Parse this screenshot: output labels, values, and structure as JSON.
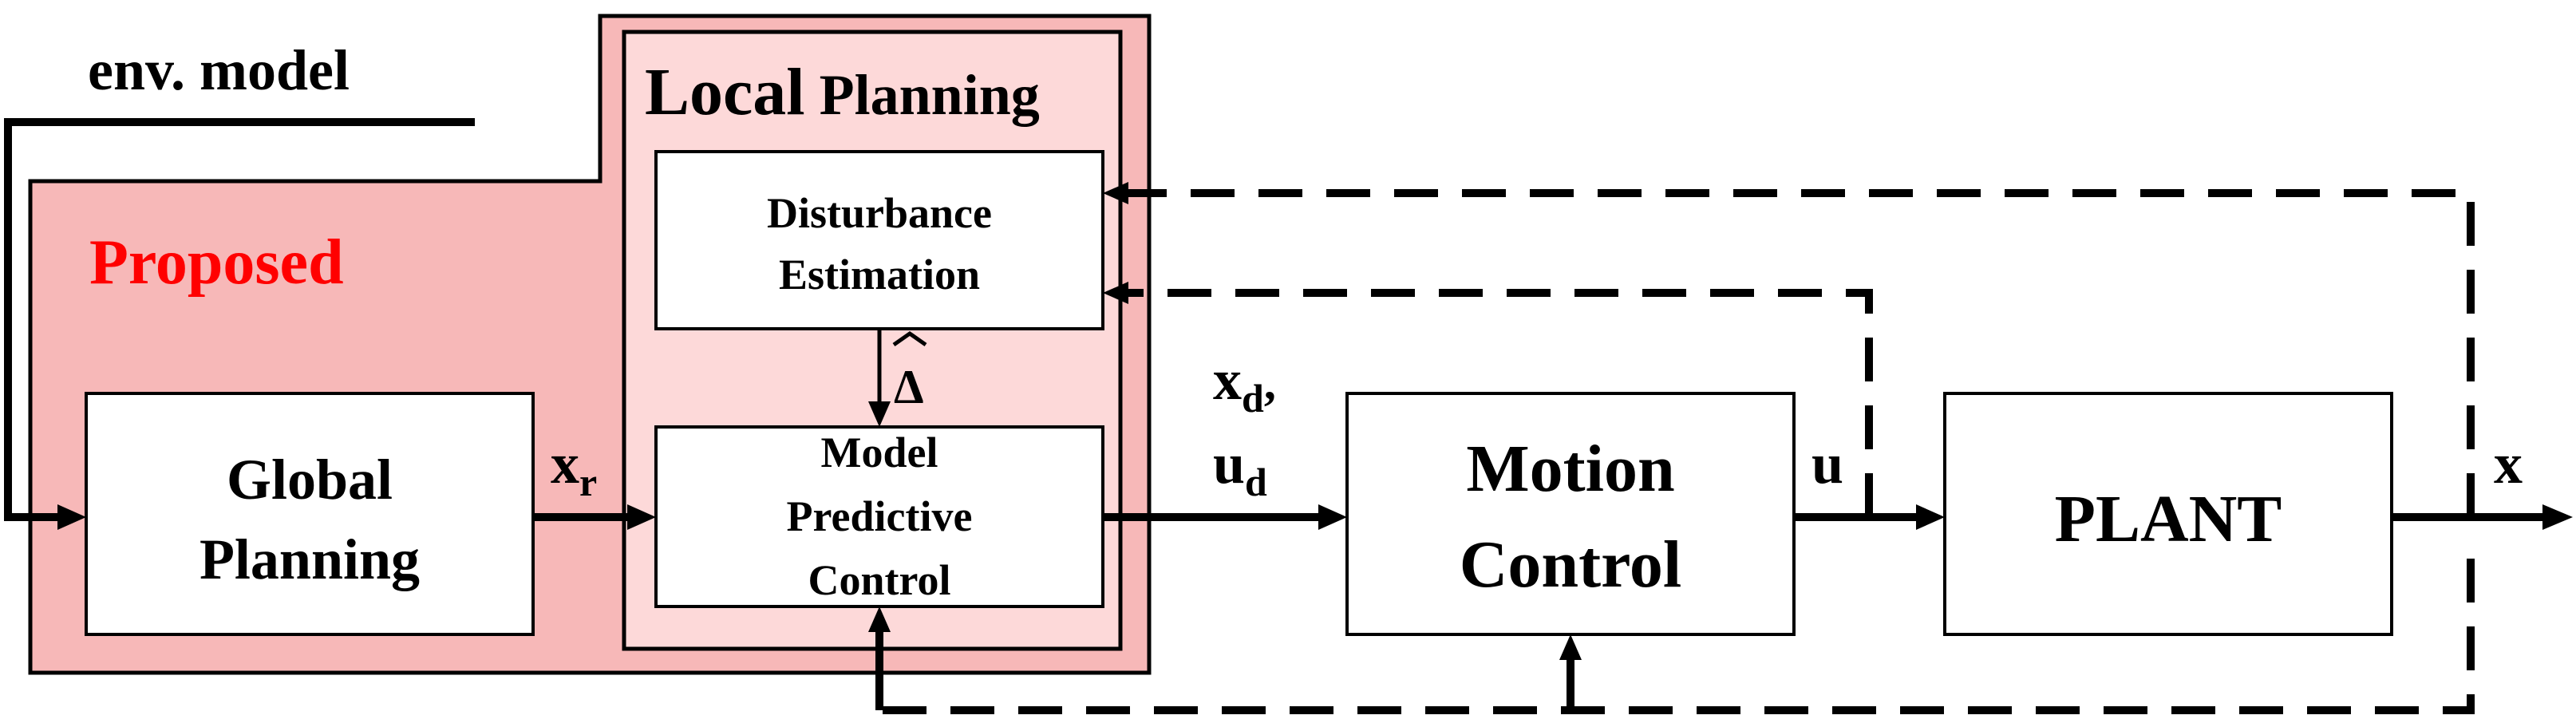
{
  "labels": {
    "env_model": "env. model",
    "proposed": "Proposed",
    "local_planning_big": "Local",
    "local_planning_small": "Planning",
    "global_planning_line1": "Global",
    "global_planning_line2": "Planning",
    "disturbance_line1": "Disturbance",
    "disturbance_line2": "Estimation",
    "mpc_line1": "Model",
    "mpc_line2": "Predictive",
    "mpc_line3": "Control",
    "motion_line1": "Motion",
    "motion_line2": "Control",
    "plant": "PLANT"
  },
  "signals": {
    "xr_base": "x",
    "xr_sub": "r",
    "xd_base": "x",
    "xd_sub": "d",
    "xd_sep": ",",
    "ud_base": "u",
    "ud_sub": "d",
    "u": "u",
    "x": "x",
    "delta_hat": "Δ"
  },
  "colors": {
    "proposed_fill": "#f7b8b8",
    "local_fill": "#fdd9d9",
    "proposed_text": "#ff0000",
    "line": "#000000"
  }
}
